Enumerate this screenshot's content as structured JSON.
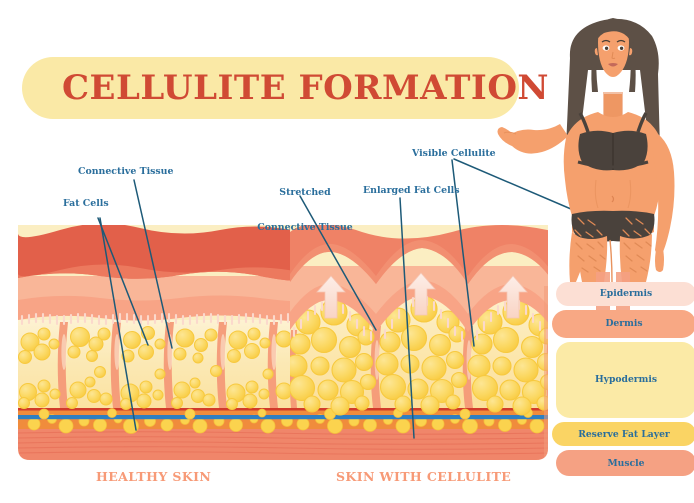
{
  "title": {
    "text": "CELLULITE FORMATION",
    "banner_color": "#fae9a6",
    "text_color": "#d04a34"
  },
  "callouts": [
    {
      "name": "fat-cells",
      "text": "Fat Cells"
    },
    {
      "name": "connective-tissue",
      "text": "Connective Tissue"
    },
    {
      "name": "stretched-connective-tissue",
      "line1": "Stretched",
      "line2": "Connective Tissue"
    },
    {
      "name": "enlarged-fat-cells",
      "text": "Enlarged Fat Cells"
    },
    {
      "name": "visible-cellulite",
      "text": "Visible Cellulite"
    }
  ],
  "sections": {
    "left_label": "HEALTHY SKIN",
    "right_label": "SKIN WITH CELLULITE",
    "label_color": "#f79a77"
  },
  "legend": {
    "items": [
      {
        "name": "epidermis",
        "label": "Epidermis",
        "color": "#fcdfd4"
      },
      {
        "name": "dermis",
        "label": "Dermis",
        "color": "#f8a884"
      },
      {
        "name": "hypodermis",
        "label": "Hypodermis",
        "color": "#fbeaa6"
      },
      {
        "name": "reserve-fat-layer",
        "label": "Reserve Fat Layer",
        "color": "#fad464"
      },
      {
        "name": "muscle",
        "label": "Muscle",
        "color": "#f5a183"
      }
    ],
    "text_color": "#2a6e9c"
  },
  "figure": {
    "name": "woman-illustration",
    "skin_color": "#f5a06d",
    "hair_color": "#5d5046",
    "underwear_color": "#4a423c"
  },
  "palette": {
    "epidermis_top": "#e2604a",
    "epidermis_top2": "#ef8266",
    "dermis_light": "#f9b698",
    "dermis_mid": "#f8a486",
    "hypodermis_bg": "#fbeec2",
    "fat_cell": "#fbd34e",
    "fat_cell_light": "#fde38c",
    "connective_column": "#f59a78",
    "reserve_bg": "#f08c3c",
    "reserve_border": "#d13b2a",
    "vessel_blue": "#2f7fc1",
    "muscle": "#f0866a",
    "leader_line": "#1d5a78"
  }
}
